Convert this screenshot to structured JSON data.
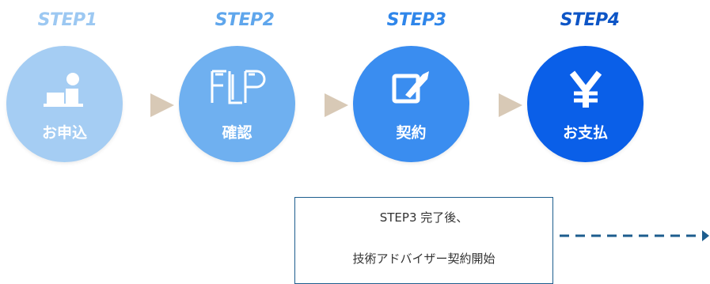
{
  "steps": [
    {
      "label": "STEP1",
      "caption": "お申込",
      "color": "#a5cdf3",
      "label_color": "#9cc8f2"
    },
    {
      "label": "STEP2",
      "caption": "確認",
      "color": "#6fb0f0",
      "label_color": "#5fa6ec"
    },
    {
      "label": "STEP3",
      "caption": "契約",
      "color": "#3a8df0",
      "label_color": "#2f86ea"
    },
    {
      "label": "STEP4",
      "caption": "お支払",
      "color": "#0a5fe8",
      "label_color": "#0d55c6"
    }
  ],
  "step2_logo": "FLP",
  "arrow_color": "#d8c9b6",
  "note": {
    "line1": "STEP3 完了後、",
    "line2": "技術アドバイザー契約開始"
  },
  "note_border_color": "#1d5d8e",
  "icons": [
    "person-at-desk-icon",
    "flp-logo-icon",
    "pen-on-pad-icon",
    "yen-icon"
  ]
}
